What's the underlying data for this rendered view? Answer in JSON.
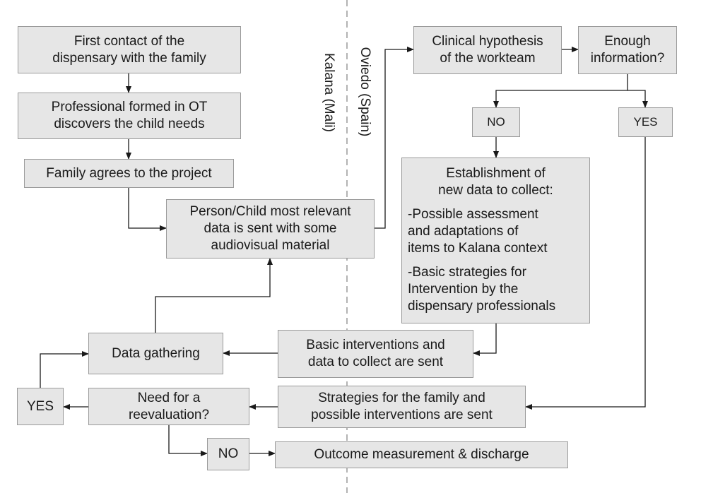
{
  "regions": {
    "left": "Kalana (Mali)",
    "right": "Oviedo (Spain)"
  },
  "nodes": {
    "first_contact": [
      "First contact of the",
      "dispensary with the family"
    ],
    "professional": [
      "Professional formed in OT",
      "discovers the child needs"
    ],
    "family_agrees": [
      "Family agrees to the project"
    ],
    "data_sent": [
      "Person/Child most relevant",
      "data is sent with some",
      "audiovisual material"
    ],
    "clinical_hypothesis": [
      "Clinical hypothesis",
      "of the workteam"
    ],
    "enough_info": [
      "Enough",
      "information?"
    ],
    "no_top": [
      "NO"
    ],
    "yes_top": [
      "YES"
    ],
    "establishment_title": [
      "Establishment of",
      "new data to collect:"
    ],
    "establishment_item1": [
      "-Possible assessment",
      "and adaptations of",
      "items to Kalana context"
    ],
    "establishment_item2": [
      "-Basic strategies for",
      "Intervention by the",
      "dispensary professionals"
    ],
    "basic_interventions": [
      "Basic interventions and",
      "data to collect are sent"
    ],
    "data_gathering": [
      "Data gathering"
    ],
    "strategies": [
      "Strategies for the family and",
      "possible interventions are sent"
    ],
    "need_reeval": [
      "Need for a",
      "reevaluation?"
    ],
    "yes_bottom": [
      "YES"
    ],
    "no_bottom": [
      "NO"
    ],
    "outcome": [
      "Outcome measurement & discharge"
    ]
  },
  "colors": {
    "box_fill": "#e6e6e6",
    "box_border": "#9a9a9a",
    "line": "#1a1a1a",
    "divider": "#9a9a9a"
  }
}
